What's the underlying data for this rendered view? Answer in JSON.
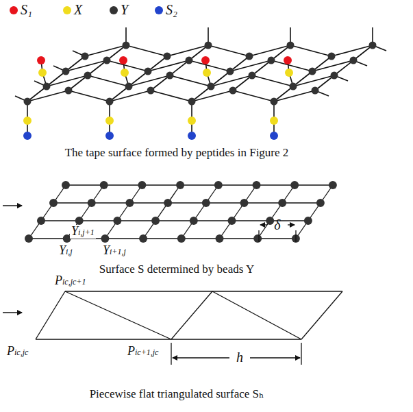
{
  "diagram": {
    "labels": [
      "The tape surface formed by peptides in Figure 2",
      "Yi,j+1",
      "Yi,j",
      "Yi+1,j",
      "δ",
      "Surface S determined by beads Y",
      "Pic,jc+1",
      "Pic,jc",
      "Pic+1,jc",
      "h",
      "Piecewise flat triangulated surface Sₕ"
    ],
    "legend": [
      {
        "text": "S₁",
        "color": "#e8141c"
      },
      {
        "text": "X",
        "color": "#f0dc1e"
      },
      {
        "text": "Y",
        "color": "#333333"
      },
      {
        "text": "S₂",
        "color": "#2244cc"
      }
    ]
  }
}
